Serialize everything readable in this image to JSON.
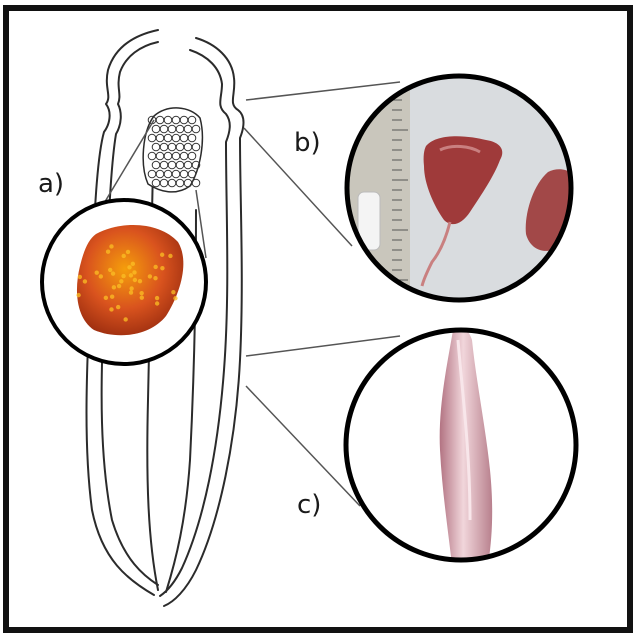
{
  "labels": {
    "a": "a)",
    "b": "b)",
    "c": "c)"
  },
  "colors": {
    "frame": "#111111",
    "outline": "#2b2b2b",
    "lens_border": "#000000",
    "eggmass": "#c2410c",
    "eggmass_highlight": "#f59e0b",
    "ovary_tissue": "#9f3a3a",
    "photo_background": "#d9dcdf",
    "ruler": "#e4e0d4",
    "tube_tissue": "#d6a3ad"
  },
  "icons": [
    "panel-a-magnifier",
    "panel-b-magnifier",
    "panel-c-magnifier"
  ]
}
